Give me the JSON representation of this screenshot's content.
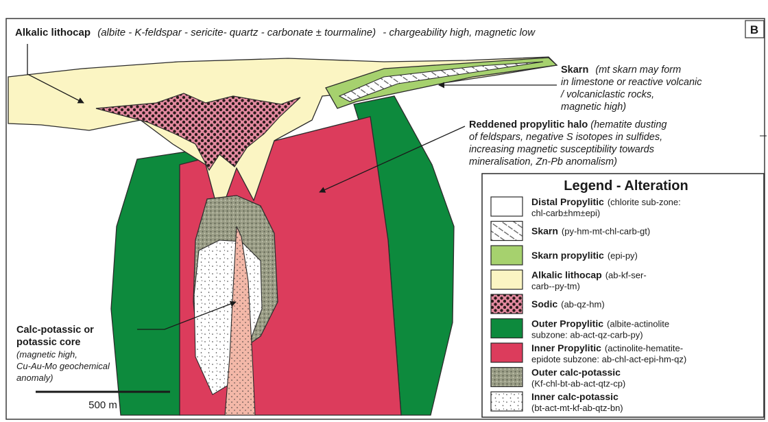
{
  "panel_letter": "B",
  "header": {
    "title": "Alkalic lithocap",
    "detail": "(albite - K-feldspar - sericite- quartz - carbonate ± tourmaline)",
    "tail": "- chargeability high, magnetic low"
  },
  "annotations": {
    "skarn": {
      "title": "Skarn",
      "lines": [
        "(mt skarn may form",
        "in limestone or reactive volcanic",
        "/ volcaniclastic rocks,",
        "magnetic high)"
      ]
    },
    "halo": {
      "title": "Reddened propylitic halo",
      "lines": [
        "(hematite dusting",
        "of feldspars, negative S isotopes in sulfides,",
        "increasing magnetic susceptibility towards",
        "mineralisation, Zn-Pb anomalism)"
      ]
    },
    "core": {
      "title_lines": [
        "Calc-potassic or",
        "potassic core"
      ],
      "lines": [
        "(magnetic high,",
        "Cu-Au-Mo geochemical",
        "anomaly)"
      ]
    }
  },
  "scale_bar": {
    "label": "500 m"
  },
  "legend": {
    "title": "Legend - Alteration",
    "items": [
      {
        "key": "distal-propylitic",
        "name": "Distal Propylitic",
        "detail1": "(chlorite sub-zone:",
        "detail2": "chl-carb±hm±epi)",
        "fill": "#ffffff"
      },
      {
        "key": "skarn",
        "name": "Skarn",
        "detail1": "(py-hm-mt-chl-carb-gt)",
        "detail2": "",
        "fill": "url(#pSkarn)"
      },
      {
        "key": "skarn-propylitic",
        "name": "Skarn propylitic",
        "detail1": "(epi-py)",
        "detail2": "",
        "fill": "#a6d16e"
      },
      {
        "key": "alkalic-lithocap",
        "name": "Alkalic lithocap",
        "detail1": "(ab-kf-ser-",
        "detail2": "carb--py-tm)",
        "fill": "#fbf5c3"
      },
      {
        "key": "sodic",
        "name": "Sodic",
        "detail1": "(ab-qz-hm)",
        "detail2": "",
        "fill": "url(#pSodic)"
      },
      {
        "key": "outer-propylitic",
        "name": "Outer Propylitic",
        "detail1": "(albite-actinolite",
        "detail2": "subzone: ab-act-qz-carb-py)",
        "fill": "#0d8a3d"
      },
      {
        "key": "inner-propylitic",
        "name": "Inner Propylitic",
        "detail1": "(actinolite-hematite-",
        "detail2": "epidote subzone: ab-chl-act-epi-hm-qz)",
        "fill": "#dc3c5c"
      },
      {
        "key": "outer-calc-potassic",
        "name": "Outer calc-potassic",
        "detail1": "",
        "detail2": "(Kf-chl-bt-ab-act-qtz-cp)",
        "fill": "url(#pOuterCP)"
      },
      {
        "key": "inner-calc-potassic",
        "name": "Inner calc-potassic",
        "detail1": "",
        "detail2": "(bt-act-mt-kf-ab-qtz-bn)",
        "fill": "url(#pInnerCP)"
      }
    ]
  },
  "colors": {
    "lithocap": "#fbf5c3",
    "outer_propylitic": "#0d8a3d",
    "inner_propylitic": "#dc3c5c",
    "skarn_propylitic": "#a6d16e",
    "core_pink": "#f3b8a8",
    "outline": "#2a2a2a"
  }
}
